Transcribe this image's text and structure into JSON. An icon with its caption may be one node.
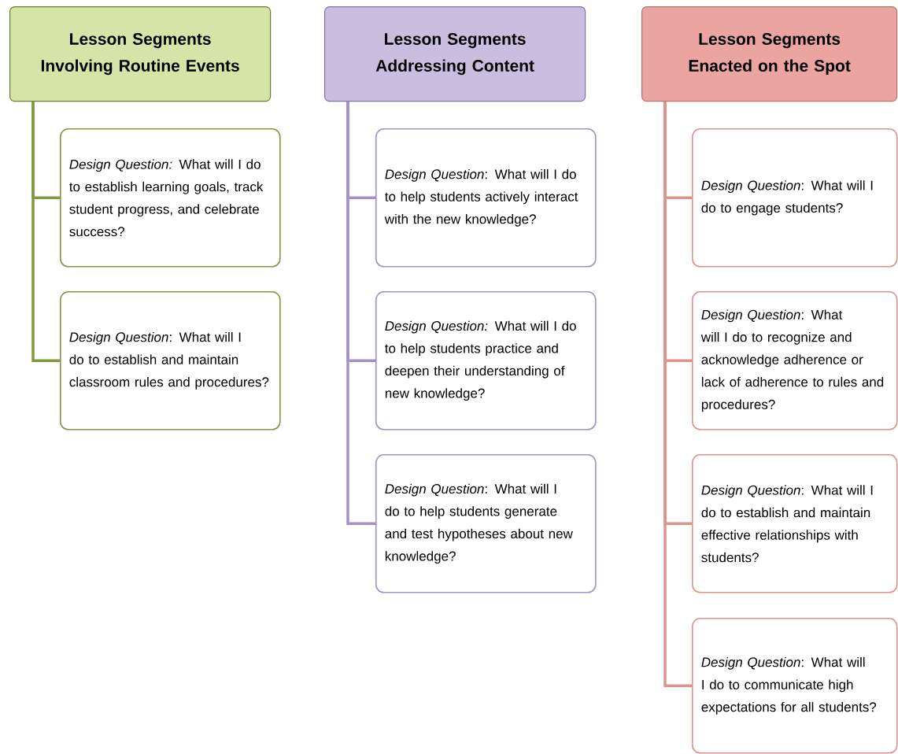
{
  "diagram": {
    "nodes": [
      {
        "text": [
          "Lesson Segments Involving Routine Events"
        ]
      },
      {
        "text": [
          "*Design Question:* What will I do to establish learning goals, track student progress, and celebrate success?"
        ]
      },
      {
        "text": [
          "*Design Question*: What will I do to establish and maintain classroom rules and procedures?"
        ]
      },
      {
        "text": [
          "Lesson Segments Addressing Content"
        ]
      },
      {
        "text": [
          "*Design Question*: What will I do to help students actively interact with the new knowledge?"
        ]
      },
      {
        "text": [
          "*Design Question:* What will I do to help students practice and deepen their understanding of new knowledge?"
        ]
      },
      {
        "text": [
          "*Design Question*: What will I do to help students generate and test hypotheses about new knowledge?"
        ]
      },
      {
        "text": [
          "Lesson Segments Enacted on the Spot"
        ]
      },
      {
        "text": [
          "*Design Question*: What will I do to engage students?"
        ]
      },
      {
        "text": [
          "*Design Question*: What will I do to recognize and acknowledge adherence or lack of adherence to rules and procedures?"
        ]
      },
      {
        "text": [
          "*Design Question*: What will I do to establish and maintain effective relationships with students?"
        ]
      },
      {
        "text": [
          "*Design Question*: What will I do to communicate high expectations for all students?"
        ]
      }
    ],
    "edges": [
      {
        "from": 0,
        "to": 1,
        "arrow": "none",
        "color": "#7f9b3e"
      },
      {
        "from": 0,
        "to": 2,
        "arrow": "none",
        "color": "#7f9b3e"
      },
      {
        "from": 3,
        "to": 4,
        "arrow": "none",
        "color": "#a590c8"
      },
      {
        "from": 3,
        "to": 5,
        "arrow": "none",
        "color": "#a590c8"
      },
      {
        "from": 3,
        "to": 6,
        "arrow": "none",
        "color": "#a590c8"
      },
      {
        "from": 7,
        "to": 8,
        "arrow": "none",
        "color": "#e0928d"
      },
      {
        "from": 7,
        "to": 9,
        "arrow": "none",
        "color": "#e0928d"
      },
      {
        "from": 7,
        "to": 10,
        "arrow": "none",
        "color": "#e0928d"
      },
      {
        "from": 7,
        "to": 11,
        "arrow": "none",
        "color": "#e0928d"
      }
    ]
  }
}
